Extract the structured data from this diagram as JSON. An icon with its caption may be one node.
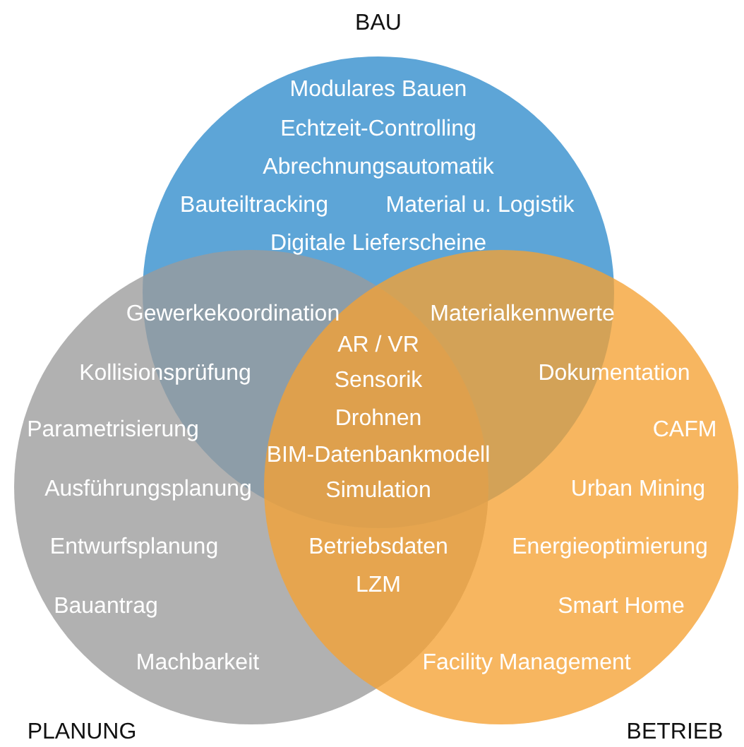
{
  "diagram": {
    "nodes": [
      {
        "text": [
          "BAU"
        ]
      },
      {
        "text": [
          "PLANUNG"
        ]
      },
      {
        "text": [
          "BETRIEB"
        ]
      }
    ],
    "labels": [
      "Modulares Bauen",
      "Echtzeit-Controlling",
      "Abrechnungsautomatik",
      "Bauteiltracking",
      "Material u. Logistik",
      "Digitale Lieferscheine",
      "Gewerkekoordination",
      "Materialkennwerte",
      "AR / VR",
      "Kollisionsprüfung",
      "Sensorik",
      "Dokumentation",
      "Drohnen",
      "Parametrisierung",
      "CAFM",
      "BIM-Datenbankmodell",
      "Ausführungsplanung",
      "Simulation",
      "Urban Mining",
      "Entwurfsplanung",
      "Betriebsdaten",
      "Energieoptimierung",
      "LZM",
      "Bauantrag",
      "Smart Home",
      "Machbarkeit",
      "Facility Management"
    ]
  }
}
